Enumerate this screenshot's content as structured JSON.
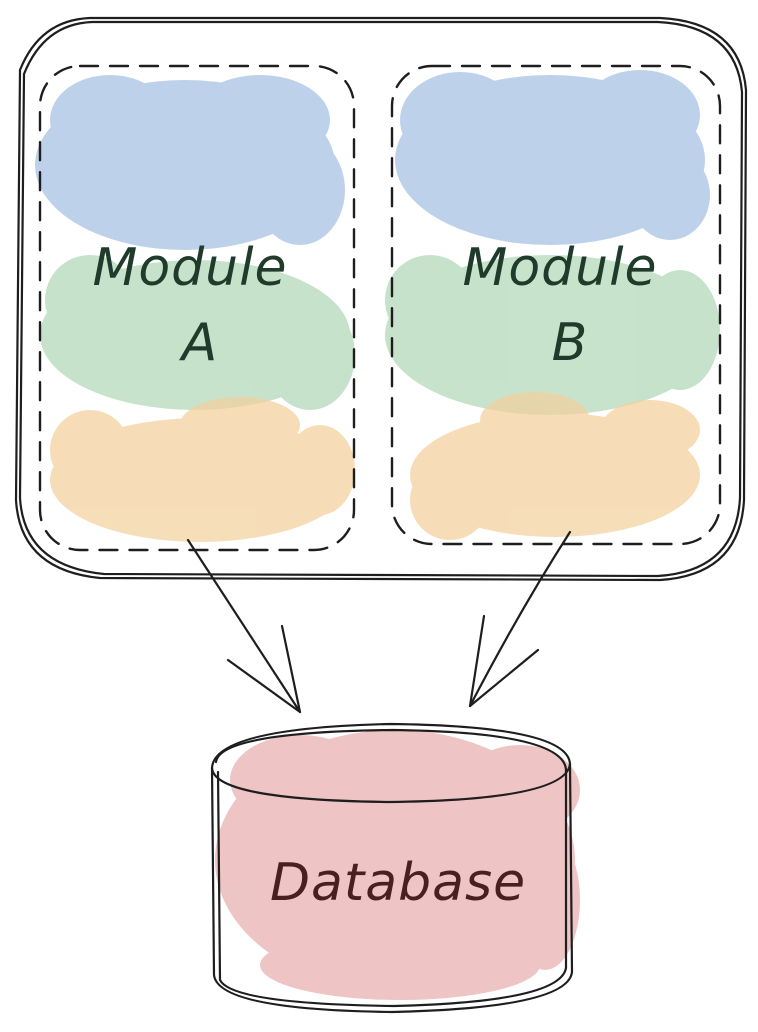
{
  "diagram": {
    "module_a": {
      "line1": "Module",
      "line2": "A"
    },
    "module_b": {
      "line1": "Module",
      "line2": "B"
    },
    "database": {
      "label": "Database"
    },
    "colors": {
      "layer_top": "#a5c1e2",
      "layer_middle": "#b2d8b7",
      "layer_bottom": "#f3d19e",
      "database_fill": "#e8aeae",
      "module_text": "#1f3b2b",
      "database_text": "#4a1f1f",
      "stroke": "#1e1e1e"
    }
  }
}
